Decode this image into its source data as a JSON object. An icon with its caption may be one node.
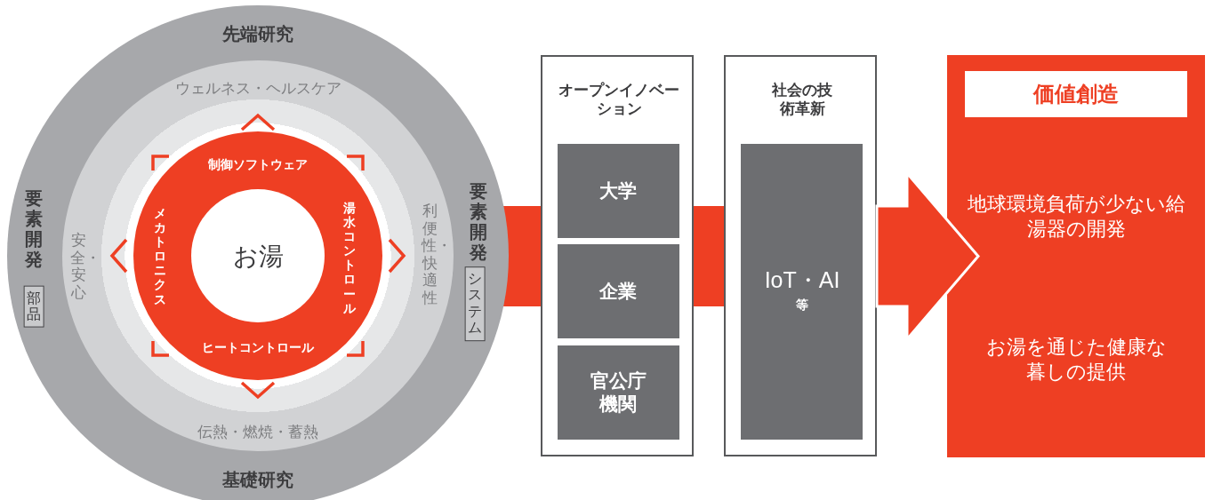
{
  "diagram": {
    "nodes": [
      {
        "text": [
          "先端研究",
          "要素開発",
          "部品",
          "要素開発",
          "システム",
          "基礎研究"
        ]
      },
      {
        "text": [
          "ウェルネス・ヘルスケア",
          "安全・安心",
          "利便性・快適性",
          "伝熱・燃焼・蓄熱"
        ],
        "in": 0
      },
      {
        "text": [
          "制御ソフトウェア",
          "メカトロニクス",
          "湯水コントロール",
          "ヒートコントロール"
        ],
        "in": 1
      },
      {
        "text": [
          "お湯"
        ],
        "in": 2
      },
      {
        "text": [
          "オープンイノベーション"
        ]
      },
      {
        "text": [
          "大学"
        ],
        "in": 4
      },
      {
        "text": [
          "企業"
        ],
        "in": 4
      },
      {
        "text": [
          "官公庁機関"
        ],
        "in": 4
      },
      {
        "text": [
          "社会の技術革新"
        ]
      },
      {
        "text": [
          "IoT・AI",
          "等"
        ],
        "in": 8
      },
      {
        "text": [
          "価値創造",
          "地球環境負荷が少ない給湯器の開発",
          "お湯を通じた健康な暮しの提供"
        ]
      }
    ],
    "edges": [
      {
        "from": 0,
        "to": 4,
        "arrow": "none"
      },
      {
        "from": 4,
        "to": 8,
        "arrow": "none"
      },
      {
        "from": 8,
        "to": 10,
        "arrow": "to"
      }
    ]
  }
}
